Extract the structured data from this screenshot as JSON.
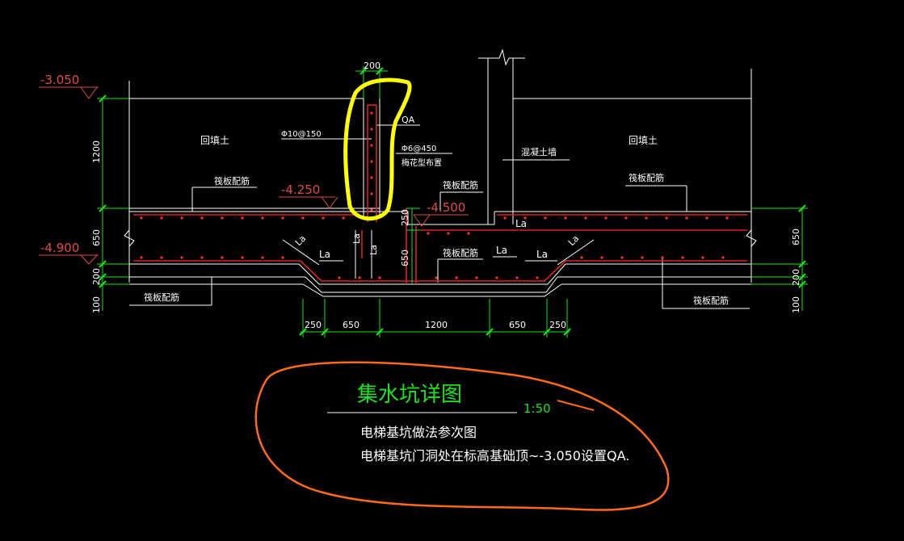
{
  "colors": {
    "background": "#000000",
    "structure": "#ffffff",
    "rebar": "#e02020",
    "dimension": "#19e619",
    "level_mark": "#e04a4a",
    "highlight_yellow": "#ffff00",
    "highlight_orange": "#ff6a1a"
  },
  "levels": {
    "top": "-3.050",
    "mid": "-4.250",
    "pit_top": "-4.500",
    "bottom": "-4.900"
  },
  "labels": {
    "backfill_left": "回填土",
    "backfill_right": "回填土",
    "concrete_wall": "混凝土墙",
    "raft_rebar": "筏板配筋",
    "qa": "QA",
    "rebar_main": "Φ10@150",
    "rebar_tie": "Φ6@450",
    "quincunx": "梅花型布置",
    "la": "La"
  },
  "dimensions": {
    "wall_width": "200",
    "left": [
      "1200",
      "650",
      "200",
      "100"
    ],
    "right": [
      "650",
      "200",
      "100"
    ],
    "mid_250": "250",
    "mid_650": "650",
    "bottom": [
      "250",
      "650",
      "1200",
      "650",
      "250"
    ]
  },
  "title": {
    "name": "集水坑详图",
    "scale": "1:50",
    "note1": "电梯基坑做法参次图",
    "note2": "电梯基坑门洞处在标高基础顶~-3.050设置QA."
  }
}
